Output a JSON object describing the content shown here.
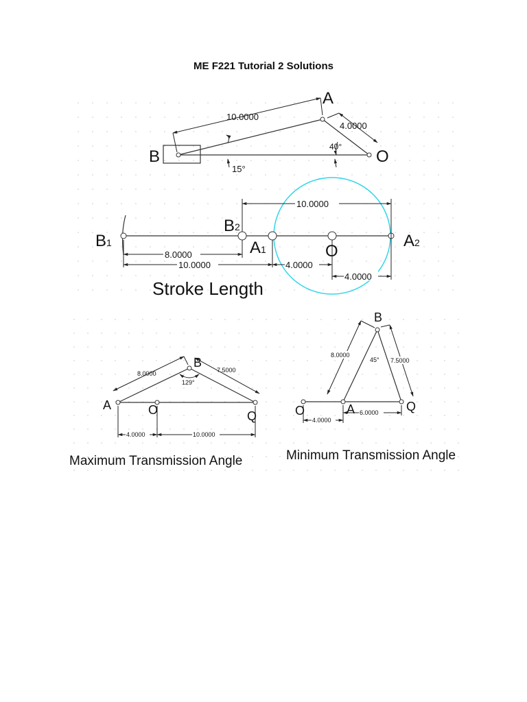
{
  "title": "ME F221 Tutorial 2 Solutions",
  "fig1": {
    "point_A": "A",
    "point_B": "B",
    "point_O": "O",
    "dim_AB": "10.0000",
    "dim_OA": "4.0000",
    "angle_crank": "40°",
    "angle_rod": "15°"
  },
  "fig2": {
    "label_B1": "B",
    "sub_B1": "1",
    "label_B2": "B",
    "sub_B2": "2",
    "label_A1": "A",
    "sub_A1": "1",
    "label_A2": "A",
    "sub_A2": "2",
    "label_O": "O",
    "dim_top": "10.0000",
    "dim_B1B2": "8.0000",
    "dim_B1A1": "10.0000",
    "dim_A1O": "4.0000",
    "dim_OA2": "4.0000",
    "caption": "Stroke Length",
    "circle_color": "#33d6e8"
  },
  "fig3": {
    "point_A": "A",
    "point_B": "B",
    "point_O": "O",
    "point_Q": "Q",
    "dim_AB": "8.0000",
    "dim_BQ": "7.5000",
    "angle_B": "129°",
    "dim_AO": "4.0000",
    "dim_OQ": "10.0000",
    "caption": "Maximum Transmission Angle"
  },
  "fig4": {
    "point_A": "A",
    "point_B": "B",
    "point_O": "O",
    "point_Q": "Q",
    "dim_AB": "8.0000",
    "dim_BQ": "7.5000",
    "angle_B": "45°",
    "dim_OA": "4.0000",
    "dim_AQ": "6.0000",
    "caption": "Minimum Transmission Angle"
  }
}
